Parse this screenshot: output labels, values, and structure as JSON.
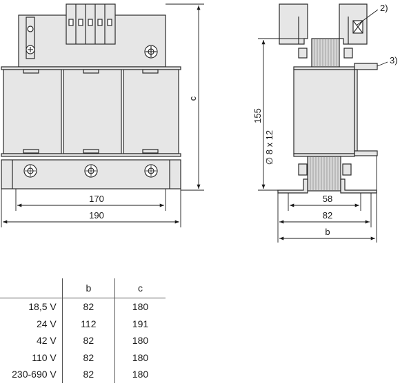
{
  "front_view": {
    "dim_c": "c",
    "dim_170": "170",
    "dim_190": "190"
  },
  "side_view": {
    "dim_155": "155",
    "hole_label": "∅ 8 x 12",
    "dim_58": "58",
    "dim_82": "82",
    "dim_b": "b",
    "callout_2": "2)",
    "callout_3": "3)"
  },
  "table": {
    "headers": [
      "",
      "b",
      "c"
    ],
    "rows": [
      [
        "18,5 V",
        "82",
        "180"
      ],
      [
        "24 V",
        "112",
        "191"
      ],
      [
        "42 V",
        "82",
        "180"
      ],
      [
        "110 V",
        "82",
        "180"
      ],
      [
        "230-690 V",
        "82",
        "180"
      ]
    ]
  },
  "colors": {
    "fill": "#e6e6e6",
    "stroke": "#2a2a2a"
  }
}
